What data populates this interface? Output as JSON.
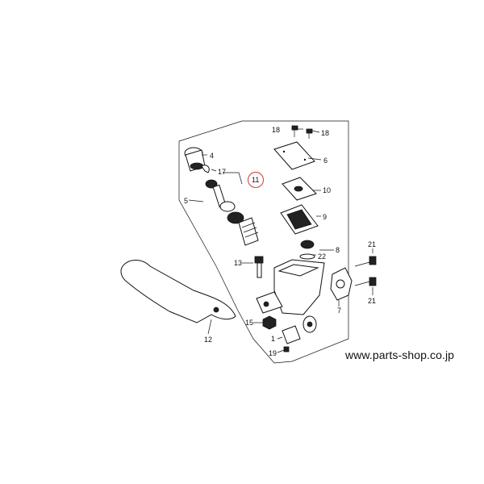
{
  "diagram": {
    "callouts": {
      "p1": "1",
      "p4": "4",
      "p5": "5",
      "p6": "6",
      "p7": "7",
      "p8": "8",
      "p9": "9",
      "p10": "10",
      "p11": "11",
      "p12": "12",
      "p13": "13",
      "p15": "15",
      "p17": "17",
      "p18a": "18",
      "p18b": "18",
      "p19": "19",
      "p21a": "21",
      "p21b": "21",
      "p22": "22"
    },
    "highlight_color": "#d9534f"
  },
  "footer": {
    "website": "www.parts-shop.co.jp"
  }
}
